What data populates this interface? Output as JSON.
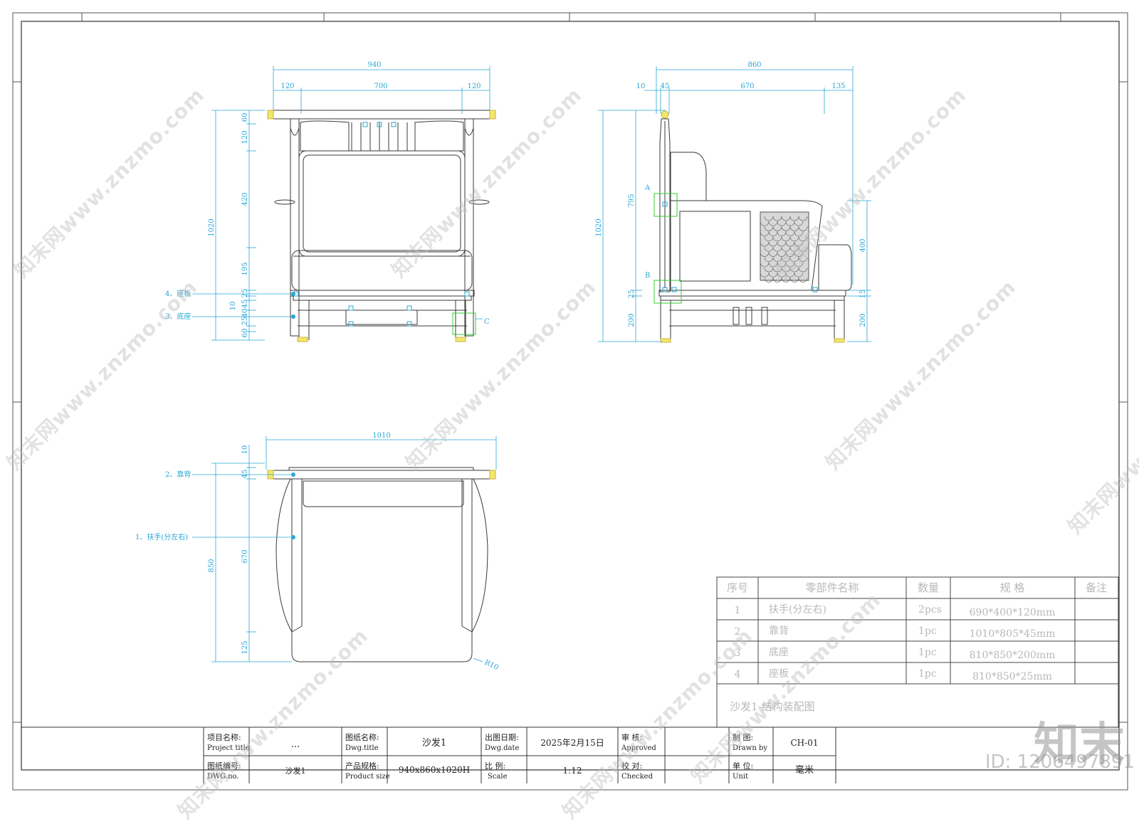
{
  "views": {
    "front": {
      "dims": {
        "overall_w": "940",
        "w_left": "120",
        "w_mid": "700",
        "w_right": "120",
        "overall_h": "1020",
        "h60": "60",
        "h120": "120",
        "h420": "420",
        "h195": "195",
        "h25": "25",
        "h10": "10",
        "h45": "45",
        "h25b": "25",
        "h40": "40",
        "h60b": "60"
      },
      "callouts": {
        "seat_board": "4、座板",
        "base": "3、底座",
        "detail_c": "C"
      }
    },
    "side": {
      "dims": {
        "overall_w": "860",
        "w10": "10",
        "w45": "45",
        "w670": "670",
        "w135": "135",
        "overall_h": "1020",
        "h795": "795",
        "h25": "25",
        "h200": "200",
        "r400": "400",
        "r15": "15",
        "r200": "200"
      },
      "callouts": {
        "detail_a": "A",
        "detail_b": "B"
      }
    },
    "top": {
      "dims": {
        "overall_w": "1010",
        "h10": "10",
        "h45": "45",
        "overall_h": "850",
        "h670": "670",
        "h125": "125",
        "radius": "R10"
      },
      "callouts": {
        "back": "2、靠背",
        "armrest": "1、扶手(分左右)"
      }
    }
  },
  "bom": {
    "headers": [
      "序号",
      "零部件名称",
      "数量",
      "规  格",
      "备注"
    ],
    "rows": [
      {
        "no": "1",
        "name": "扶手(分左右)",
        "qty": "2pcs",
        "spec": "690*400*120mm",
        "note": ""
      },
      {
        "no": "2",
        "name": "靠背",
        "qty": "1pc",
        "spec": "1010*805*45mm",
        "note": ""
      },
      {
        "no": "3",
        "name": "底座",
        "qty": "1pc",
        "spec": "810*850*200mm",
        "note": ""
      },
      {
        "no": "4",
        "name": "座板",
        "qty": "1pc",
        "spec": "810*850*25mm",
        "note": ""
      }
    ],
    "caption": "沙发1-结构装配图"
  },
  "title_block": {
    "project_label_cn": "项目名称:",
    "project_label_en": "Project title",
    "project_value": "...",
    "dwg_no_label_cn": "图纸编号:",
    "dwg_no_label_en": "DWG.no.",
    "dwg_no_value": "沙发1",
    "dwg_title_label_cn": "图纸名称:",
    "dwg_title_label_en": "Dwg.title",
    "dwg_title_value": "沙发1",
    "size_label_cn": "产品规格:",
    "size_label_en": "Product size",
    "size_value": "940x860x1020H",
    "date_label_cn": "出图日期:",
    "date_label_en": "Dwg.date",
    "date_value": "2025年2月15日",
    "scale_label_cn": "比  例:",
    "scale_label_en": "Scale",
    "scale_value": "1:12",
    "approved_label_cn": "审  核:",
    "approved_label_en": "Approved",
    "approved_value": "",
    "checked_label_cn": "校  对:",
    "checked_label_en": "Checked",
    "checked_value": "",
    "drawn_label_cn": "制  图:",
    "drawn_label_en": "Drawn by",
    "drawn_value": "CH-01",
    "unit_label_cn": "单  位:",
    "unit_label_en": "Unit",
    "unit_value": "毫米"
  },
  "watermark": {
    "text": "知末网www.znzmo.com",
    "brand": "知末",
    "id": "ID: 1206497891"
  },
  "colors": {
    "line": "#3a3a3a",
    "dim": "#29a6d6",
    "detail": "#33cc33",
    "accent": "#f2e66b"
  }
}
